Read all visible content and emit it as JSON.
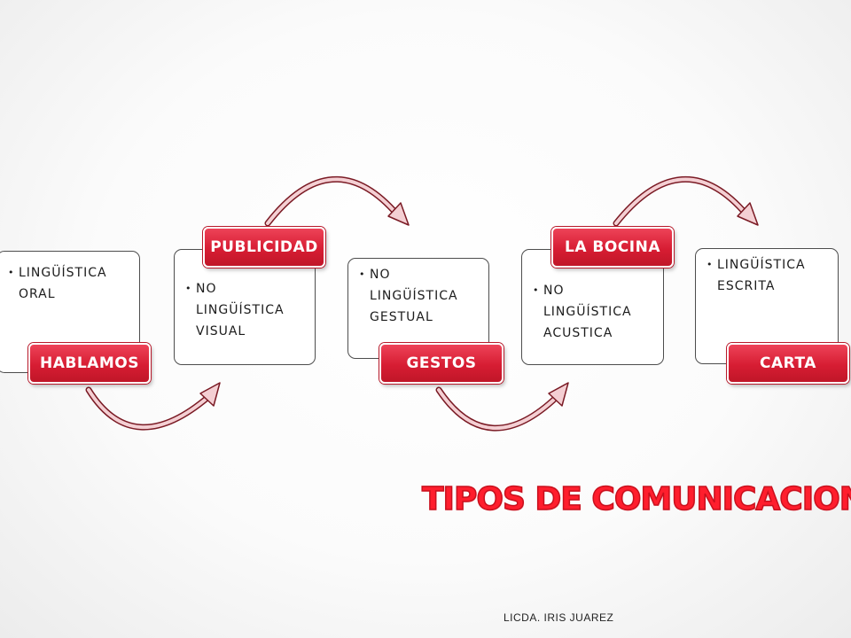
{
  "diagram": {
    "title": "TIPOS DE COMUNICACION",
    "footer": "LICDA. IRIS JUAREZ",
    "accent_color": "#d71d33",
    "items": [
      {
        "label": "HABLAMOS",
        "bullet": "LINGÜÍSTICA\nORAL"
      },
      {
        "label": "PUBLICIDAD",
        "bullet": "NO\nLINGÜÍSTICA\nVISUAL"
      },
      {
        "label": "GESTOS",
        "bullet": "NO\nLINGÜÍSTICA\nGESTUAL"
      },
      {
        "label": "LA BOCINA",
        "bullet": "NO\nLINGÜÍSTICA\nACUSTICA"
      },
      {
        "label": "CARTA",
        "bullet": "LINGÜÍSTICA\nESCRITA"
      }
    ],
    "connectors": [
      {
        "from": "HABLAMOS",
        "to": "PUBLICIDAD",
        "icon": "curved-arrow-icon"
      },
      {
        "from": "PUBLICIDAD",
        "to": "GESTOS",
        "icon": "curved-arrow-icon"
      },
      {
        "from": "GESTOS",
        "to": "LA BOCINA",
        "icon": "curved-arrow-icon"
      },
      {
        "from": "LA BOCINA",
        "to": "CARTA",
        "icon": "curved-arrow-icon"
      }
    ]
  }
}
